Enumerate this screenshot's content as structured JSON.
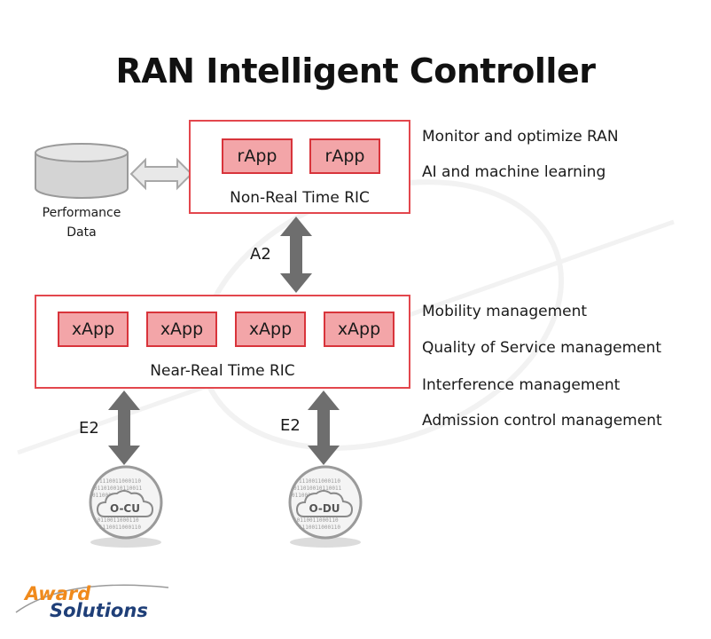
{
  "title": "RAN Intelligent Controller",
  "non_rt_ric": {
    "label": "Non-Real Time RIC",
    "apps": [
      "rApp",
      "rApp"
    ],
    "features": [
      "Monitor and optimize RAN",
      "AI and machine learning"
    ]
  },
  "near_rt_ric": {
    "label": "Near-Real Time RIC",
    "apps": [
      "xApp",
      "xApp",
      "xApp",
      "xApp"
    ],
    "features": [
      "Mobility management",
      "Quality of Service management",
      "Interference management",
      "Admission control management"
    ]
  },
  "performance_data": {
    "line1": "Performance",
    "line2": "Data"
  },
  "interfaces": {
    "a2": "A2",
    "e2_left": "E2",
    "e2_right": "E2"
  },
  "nodes": {
    "cu": "O-CU",
    "du": "O-DU"
  },
  "logo": {
    "line1": "Award",
    "line2": "Solutions"
  },
  "colors": {
    "box_border": "#e3474d",
    "app_fill": "#f3a5a8",
    "arrow_gray": "#6e6e6e",
    "logo_orange": "#f08a1c",
    "logo_blue": "#1f3f78"
  }
}
